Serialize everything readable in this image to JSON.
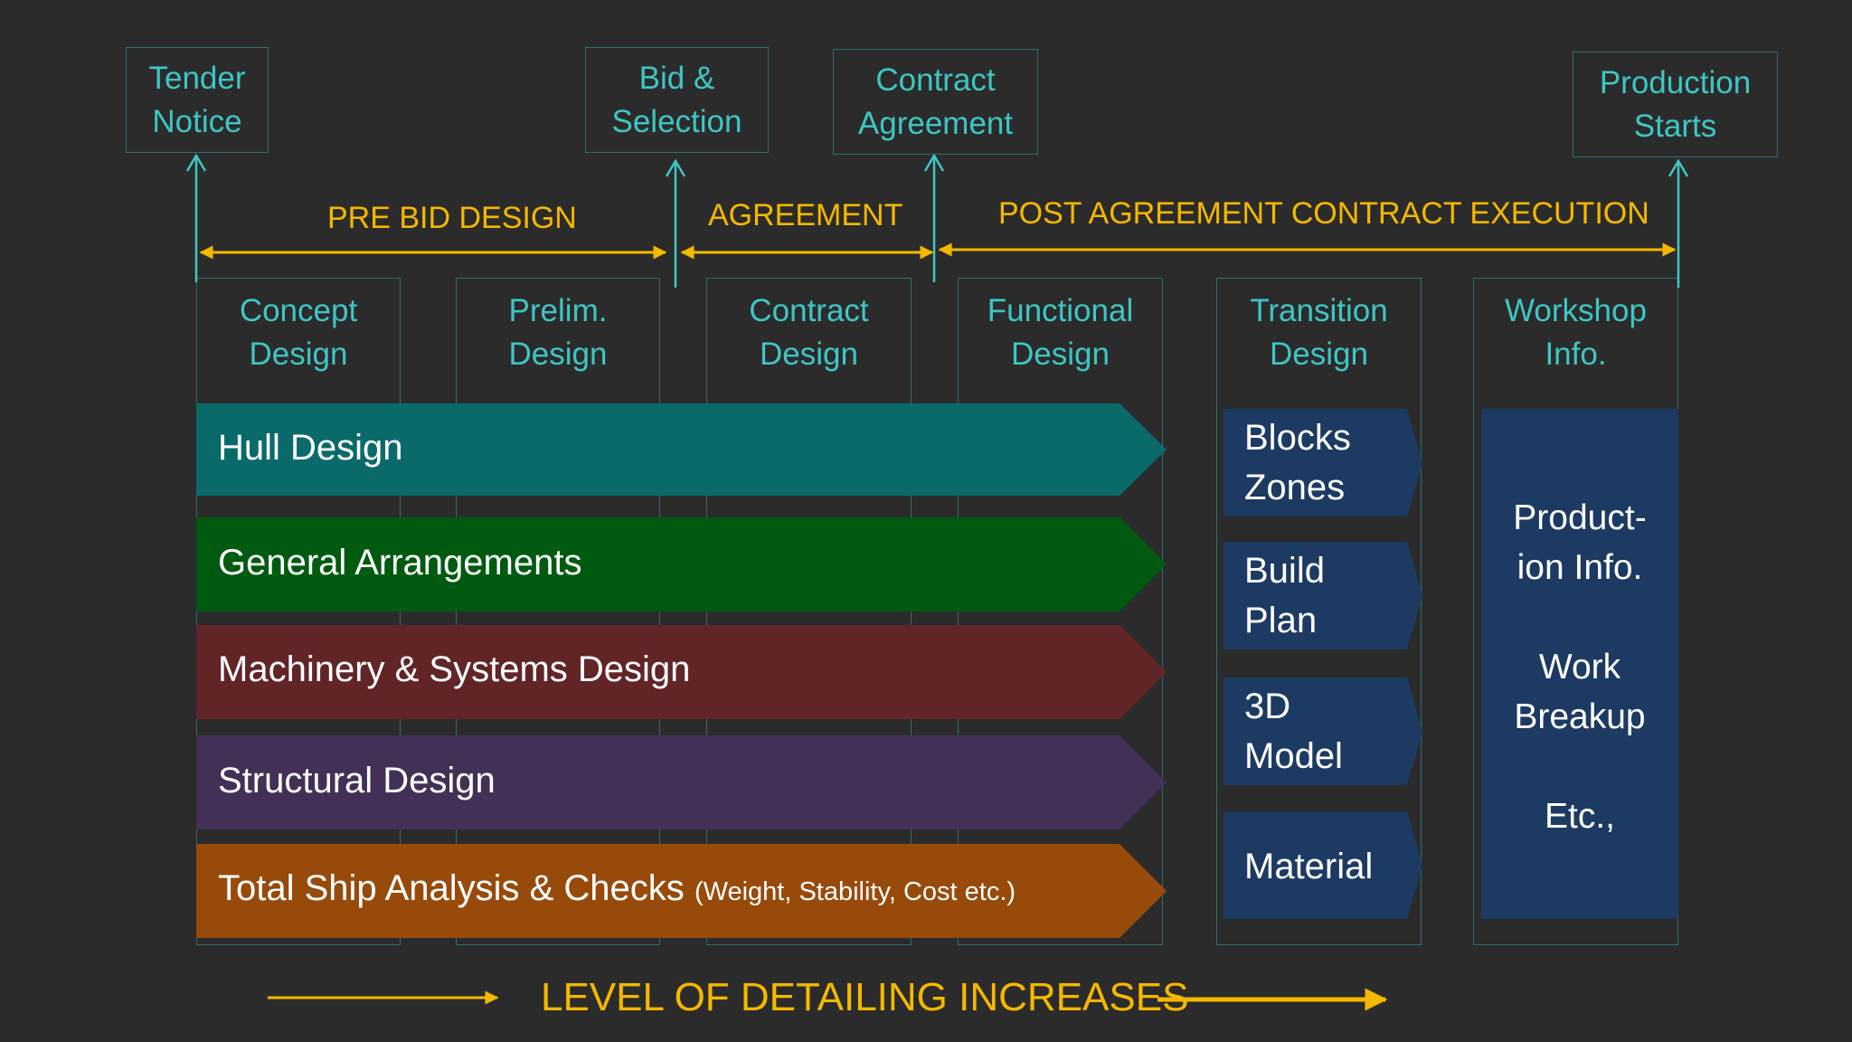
{
  "milestones": {
    "tender": [
      "Tender",
      "Notice"
    ],
    "bid": [
      "Bid &",
      "Selection"
    ],
    "contract": [
      "Contract",
      "Agreement"
    ],
    "production": [
      "Production",
      "Starts"
    ]
  },
  "phases": {
    "pre_bid": "PRE BID DESIGN",
    "agreement": "AGREEMENT",
    "post_agreement": "POST AGREEMENT CONTRACT EXECUTION"
  },
  "stages": {
    "concept": [
      "Concept",
      "Design"
    ],
    "prelim": [
      "Prelim.",
      "Design"
    ],
    "contract": [
      "Contract",
      "Design"
    ],
    "functional": [
      "Functional",
      "Design"
    ],
    "transition": [
      "Transition",
      "Design"
    ],
    "workshop": [
      "Workshop",
      "Info."
    ]
  },
  "bands": {
    "hull": "Hull Design",
    "general_arrangements": "General Arrangements",
    "machinery": "Machinery & Systems Design",
    "structural": "Structural Design",
    "total_ship": "Total Ship Analysis & Checks",
    "total_ship_note": "(Weight, Stability, Cost etc.)"
  },
  "transition_items": {
    "blocks": [
      "Blocks",
      "Zones"
    ],
    "build": [
      "Build",
      "Plan"
    ],
    "model": [
      "3D",
      "Model"
    ],
    "material": [
      "Material"
    ]
  },
  "workshop_body": "Product-\nion Info.\n\nWork\nBreakup\n\nEtc.,",
  "bottom_label": "LEVEL OF DETAILING INCREASES",
  "colors": {
    "background": "#2b2b2b",
    "teal_text": "#3ec6c4",
    "phase_gold": "#f5b800",
    "hull": "#0a6a6a",
    "general_arrangements": "#005a10",
    "machinery": "#622527",
    "structural": "#433056",
    "total_ship": "#984a0b",
    "transition_tiles": "#1c3a62"
  }
}
